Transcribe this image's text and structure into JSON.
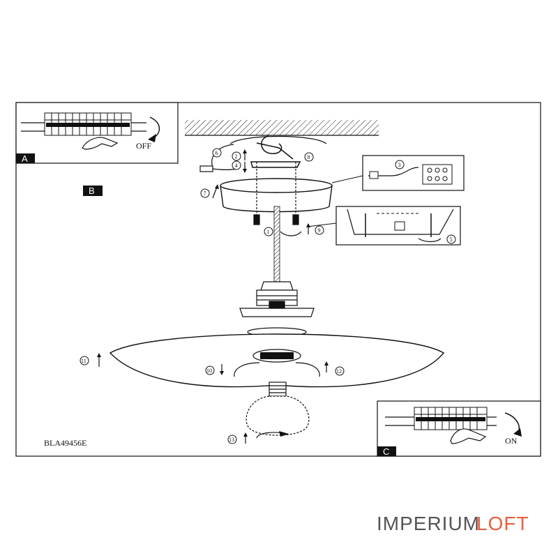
{
  "model_code": "BLA49456E",
  "panels": {
    "a": "A",
    "b": "B",
    "c": "C"
  },
  "switch_states": {
    "off": "OFF",
    "on": "ON"
  },
  "step_numbers": [
    "1",
    "2",
    "3",
    "4",
    "5",
    "6",
    "7",
    "8",
    "9",
    "10",
    "11",
    "12",
    "13"
  ],
  "watermark": {
    "part1": "IMPERIUM",
    "part2": "LOFT"
  },
  "colors": {
    "line": "#111111",
    "watermark_grey": "#555555",
    "watermark_orange": "#e8603c"
  }
}
